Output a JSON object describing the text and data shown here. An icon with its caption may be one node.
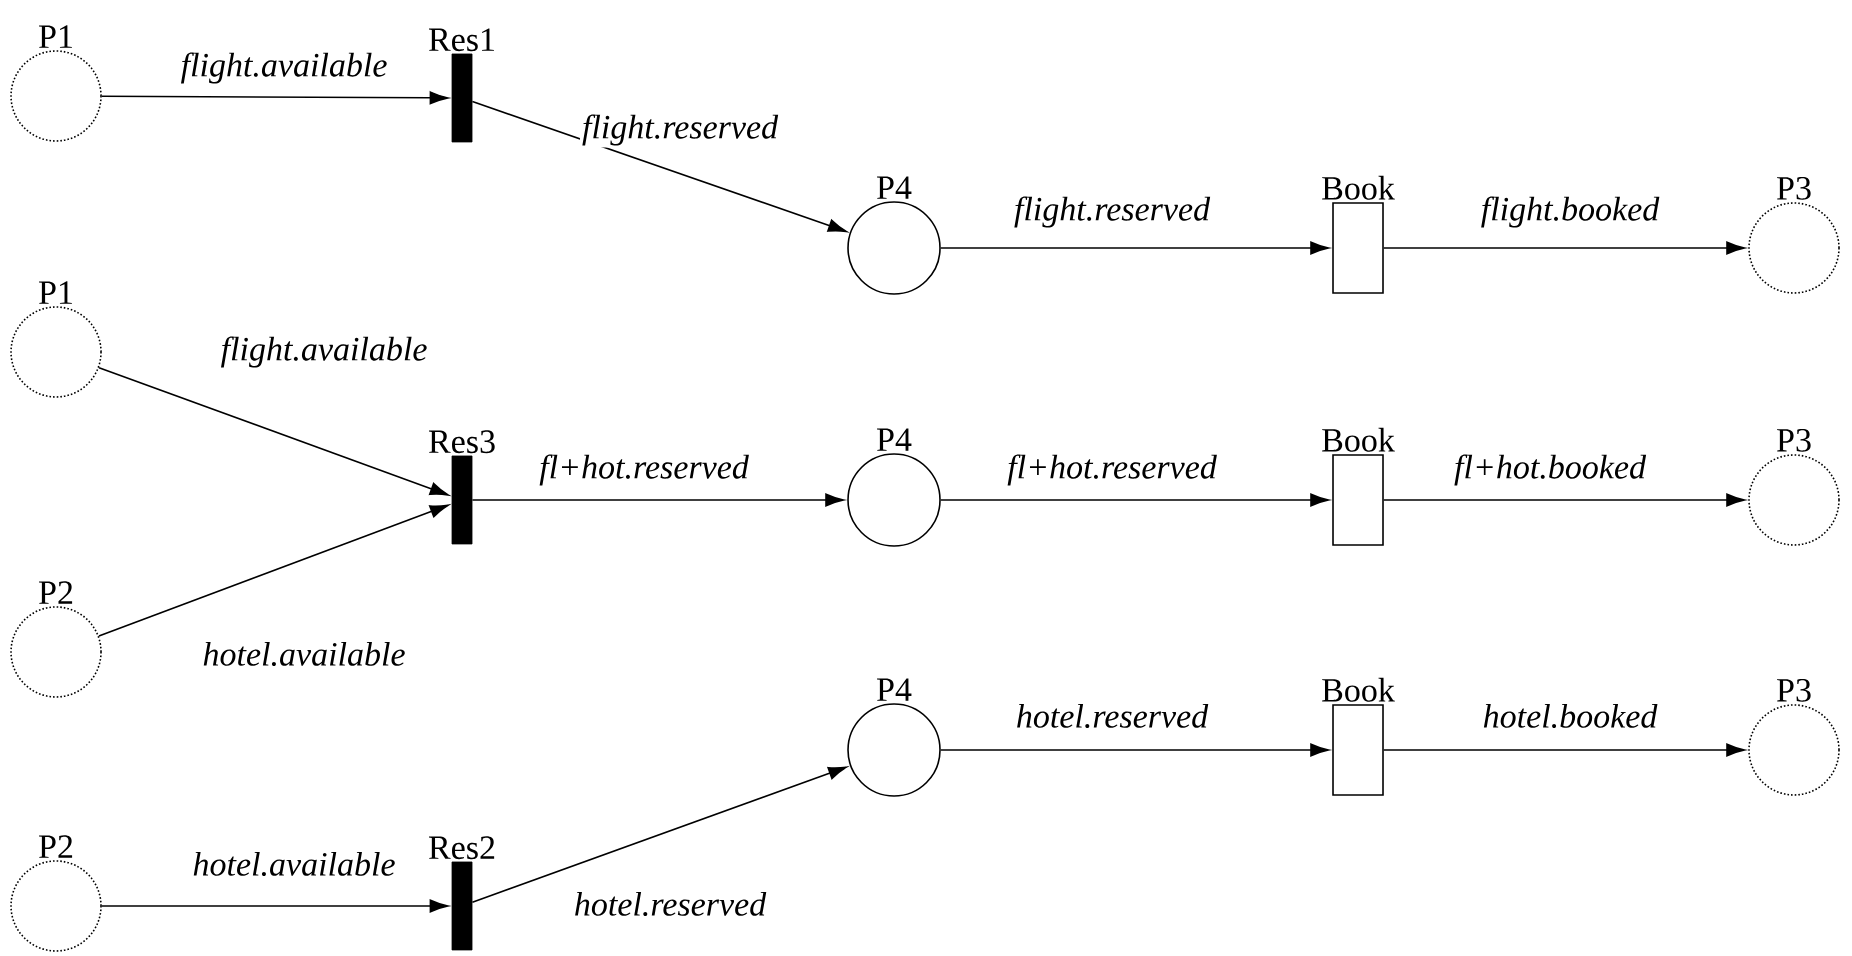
{
  "diagram": {
    "nodes": [
      {
        "text": [
          "P1"
        ]
      },
      {
        "text": [
          "Res1"
        ]
      },
      {
        "text": [
          "P4"
        ]
      },
      {
        "text": [
          "Book"
        ]
      },
      {
        "text": [
          "P3"
        ]
      },
      {
        "text": [
          "P1"
        ]
      },
      {
        "text": [
          "Res3"
        ]
      },
      {
        "text": [
          "P4"
        ]
      },
      {
        "text": [
          "Book"
        ]
      },
      {
        "text": [
          "P3"
        ]
      },
      {
        "text": [
          "P2"
        ]
      },
      {
        "text": [
          "P4"
        ]
      },
      {
        "text": [
          "Book"
        ]
      },
      {
        "text": [
          "P3"
        ]
      },
      {
        "text": [
          "P2"
        ]
      },
      {
        "text": [
          "Res2"
        ]
      }
    ],
    "edges": [
      {
        "from": 0,
        "to": 1,
        "arrow": "to",
        "label": "flight.available"
      },
      {
        "from": 1,
        "to": 2,
        "arrow": "to",
        "label": "flight.reserved"
      },
      {
        "from": 2,
        "to": 3,
        "arrow": "to",
        "label": "flight.reserved"
      },
      {
        "from": 3,
        "to": 4,
        "arrow": "to",
        "label": "flight.booked"
      },
      {
        "from": 5,
        "to": 6,
        "arrow": "to",
        "label": "flight.available"
      },
      {
        "from": 10,
        "to": 6,
        "arrow": "to",
        "label": "hotel.available"
      },
      {
        "from": 6,
        "to": 7,
        "arrow": "to",
        "label": "fl+hot.reserved"
      },
      {
        "from": 7,
        "to": 8,
        "arrow": "to",
        "label": "fl+hot.reserved"
      },
      {
        "from": 8,
        "to": 9,
        "arrow": "to",
        "label": "fl+hot.booked"
      },
      {
        "from": 14,
        "to": 15,
        "arrow": "to",
        "label": "hotel.available"
      },
      {
        "from": 15,
        "to": 11,
        "arrow": "to",
        "label": "hotel.reserved"
      },
      {
        "from": 11,
        "to": 12,
        "arrow": "to",
        "label": "hotel.reserved"
      },
      {
        "from": 12,
        "to": 13,
        "arrow": "to",
        "label": "hotel.booked"
      }
    ]
  }
}
